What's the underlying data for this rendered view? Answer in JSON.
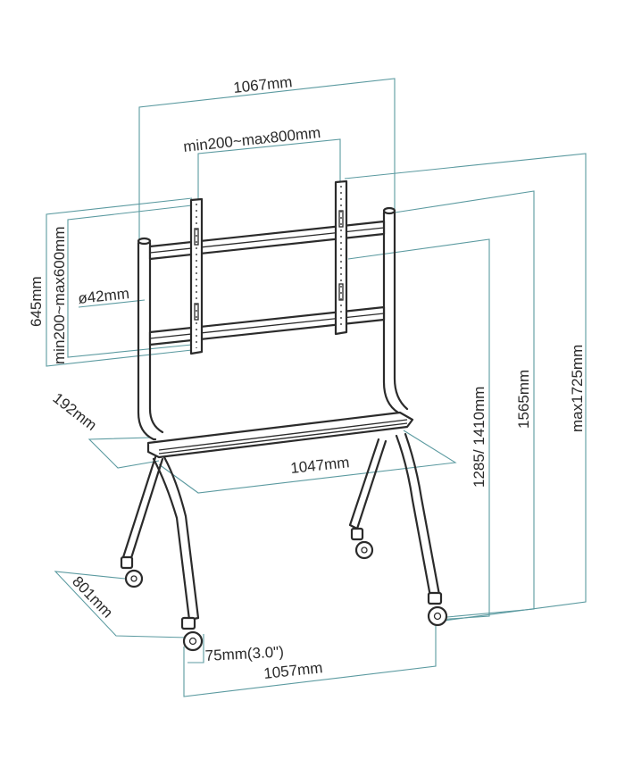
{
  "dimensions": {
    "overall_width": "1067mm",
    "vesa_horizontal": "min200~max800mm",
    "vesa_vertical": "min200~max600mm",
    "vesa_height": "645mm",
    "pole_diameter": "ø42mm",
    "shelf_depth": "192mm",
    "shelf_width": "1047mm",
    "mount_height": "1285/ 1410mm",
    "pole_height": "1565mm",
    "max_height": "max1725mm",
    "base_depth": "801mm",
    "caster_size": "75mm(3.0\")",
    "base_width": "1057mm"
  },
  "colors": {
    "dimension_lines": "#5b9aa0",
    "frame": "#2b2b2b"
  }
}
